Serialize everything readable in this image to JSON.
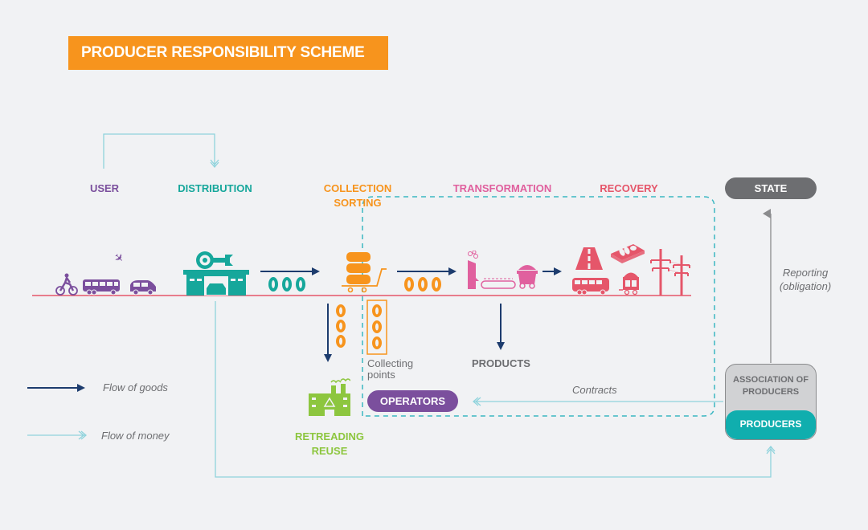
{
  "title": "PRODUCER RESPONSIBILITY SCHEME",
  "colors": {
    "title_bg": "#f7941d",
    "user": "#7b4f9d",
    "distribution": "#16a79b",
    "collection": "#f7941d",
    "transformation": "#e0609e",
    "recovery": "#e5566a",
    "state": "#6d6e71",
    "retreading": "#8dc63f",
    "goods_arrow": "#1d3c6e",
    "money_arrow": "#8fd3dc",
    "dashed_border": "#3ab7c2",
    "ground_line": "#e5566a",
    "producers": "#10aeae",
    "association_bg": "#d1d2d4"
  },
  "stages": {
    "user": "USER",
    "distribution": "DISTRIBUTION",
    "collection_line1": "COLLECTION",
    "collection_line2": "SORTING",
    "transformation": "TRANSFORMATION",
    "recovery": "RECOVERY",
    "state": "STATE"
  },
  "labels": {
    "reporting_line1": "Reporting",
    "reporting_line2": "(obligation)",
    "collecting_points_line1": "Collecting",
    "collecting_points_line2": "points",
    "products": "PRODUCTS",
    "operators": "OPERATORS",
    "contracts": "Contracts",
    "association_line1": "ASSOCIATION OF",
    "association_line2": "PRODUCERS",
    "producers": "PRODUCERS",
    "retreading_line1": "RETREADING",
    "retreading_line2": "REUSE"
  },
  "legend": {
    "goods": "Flow of goods",
    "money": "Flow of money"
  },
  "icons": {
    "user": [
      "bicycle-icon",
      "bus-icon",
      "airplane-icon",
      "car-icon"
    ],
    "distribution": [
      "tire-shop-icon"
    ],
    "collection": [
      "tire-stack-cart-icon"
    ],
    "transformation": [
      "shredder-icon",
      "conveyor-icon",
      "mine-cart-icon"
    ],
    "recovery": [
      "road-icon",
      "rubber-mat-icon",
      "bus-icon",
      "cart-icon",
      "power-pylon-icon"
    ],
    "retreading": [
      "recycling-factory-icon"
    ]
  }
}
